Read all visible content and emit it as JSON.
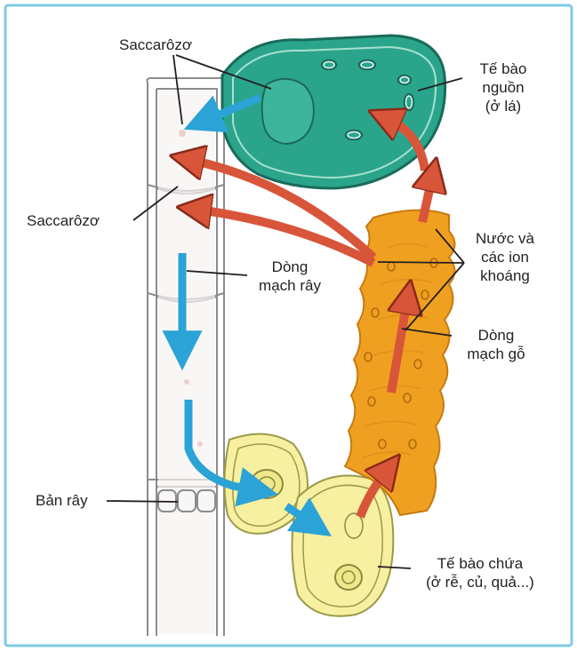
{
  "labels": {
    "saccarozo_top": "Saccarôzơ",
    "saccarozo_mid": "Saccarôzơ",
    "te_bao_nguon": [
      "Tế bào",
      "nguồn",
      "(ở lá)"
    ],
    "nuoc_ion": [
      "Nước và",
      "các ion",
      "khoáng"
    ],
    "dong_mach_ray": [
      "Dòng",
      "mạch rây"
    ],
    "dong_mach_go": [
      "Dòng",
      "mạch gỗ"
    ],
    "ban_ray": "Bản rây",
    "te_bao_chua": [
      "Tế bào chứa",
      "(ở rễ, củ, quả...)"
    ]
  },
  "colors": {
    "frame": "#7ecbe6",
    "source_cell": "#2aa58c",
    "xylem": "#f0a020",
    "sink_cell": "#f7f0a0",
    "phloem_arrow": "#2ba3d6",
    "water_arrow": "#d8553a"
  }
}
